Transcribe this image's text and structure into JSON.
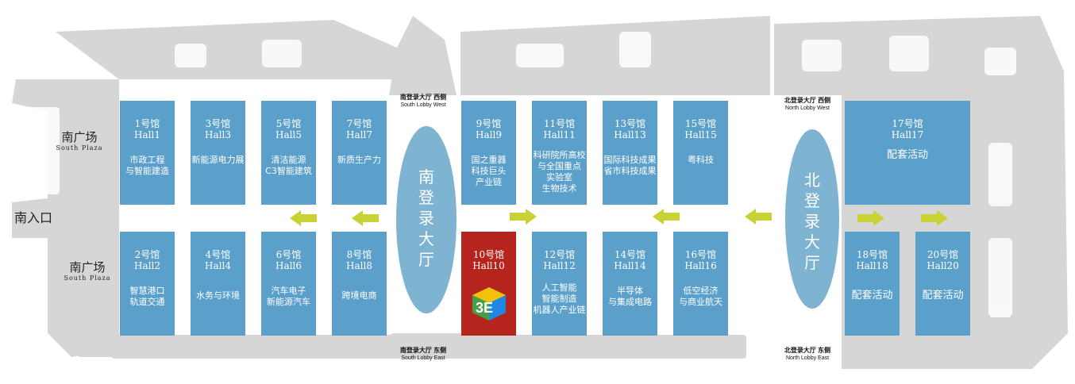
{
  "colors": {
    "hall": "#5b9fcb",
    "highlight_hall": "#b5251d",
    "lobby": "#7fb3d2",
    "arrow": "#c8d234",
    "background_blocks": "#d6d6d6"
  },
  "entrance": "南入口",
  "plazas": [
    {
      "cn": "南广场",
      "en": "South Plaza"
    },
    {
      "cn": "南广场",
      "en": "South Plaza"
    }
  ],
  "south_lobby": {
    "title": "南登录大厅",
    "west": {
      "cn": "南登录大厅 西侧",
      "en": "South Lobby West"
    },
    "east": {
      "cn": "南登录大厅 东侧",
      "en": "South Lobby East"
    }
  },
  "north_lobby": {
    "title": "北登录大厅",
    "west": {
      "cn": "北登录大厅 西侧",
      "en": "North Lobby West"
    },
    "east": {
      "cn": "北登录大厅 东侧",
      "en": "North Lobby East"
    }
  },
  "halls": {
    "h1": {
      "name": "1号馆",
      "code": "Hall1",
      "desc": "市政工程\n与智能建造"
    },
    "h3": {
      "name": "3号馆",
      "code": "Hall3",
      "desc": "新能源电力展"
    },
    "h5": {
      "name": "5号馆",
      "code": "Hall5",
      "desc": "清洁能源\nC3智能建筑"
    },
    "h7": {
      "name": "7号馆",
      "code": "Hall7",
      "desc": "新质生产力"
    },
    "h9": {
      "name": "9号馆",
      "code": "Hall9",
      "desc": "国之重器\n科技巨头\n产业链"
    },
    "h11": {
      "name": "11号馆",
      "code": "Hall11",
      "desc": "科研院所高校\n与全国重点\n实验室\n生物技术"
    },
    "h13": {
      "name": "13号馆",
      "code": "Hall13",
      "desc": "国际科技成果\n省市科技成果"
    },
    "h15": {
      "name": "15号馆",
      "code": "Hall15",
      "desc": "粤科技"
    },
    "h17": {
      "name": "17号馆",
      "code": "Hall17",
      "desc": "配套活动"
    },
    "h2": {
      "name": "2号馆",
      "code": "Hall2",
      "desc": "智慧港口\n轨道交通"
    },
    "h4": {
      "name": "4号馆",
      "code": "Hall4",
      "desc": "水务与环境"
    },
    "h6": {
      "name": "6号馆",
      "code": "Hall6",
      "desc": "汽车电子\n新能源汽车"
    },
    "h8": {
      "name": "8号馆",
      "code": "Hall8",
      "desc": "跨境电商"
    },
    "h10": {
      "name": "10号馆",
      "code": "Hall10",
      "logo": "3E"
    },
    "h12": {
      "name": "12号馆",
      "code": "Hall12",
      "desc": "人工智能\n智能制造\n机器人产业链"
    },
    "h14": {
      "name": "14号馆",
      "code": "Hall14",
      "desc": "半导体\n与集成电路"
    },
    "h16": {
      "name": "16号馆",
      "code": "Hall16",
      "desc": "低空经济\n与商业航天"
    },
    "h18": {
      "name": "18号馆",
      "code": "Hall18",
      "desc": "配套活动"
    },
    "h20": {
      "name": "20号馆",
      "code": "Hall20",
      "desc": "配套活动"
    }
  }
}
